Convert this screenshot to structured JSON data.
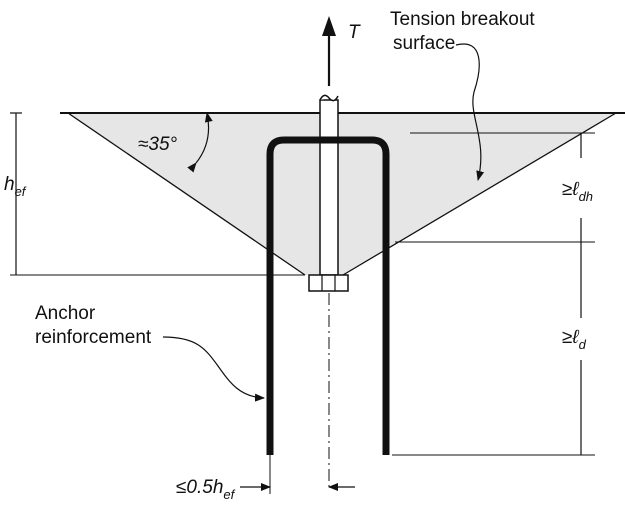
{
  "labels": {
    "tension_symbol": "T",
    "breakout_line1": "Tension breakout",
    "breakout_line2": "surface",
    "angle": "≈35°",
    "hef_main": "h",
    "hef_sub": "ef",
    "ldh_prefix": "≥ℓ",
    "ldh_sub": "dh",
    "ld_prefix": "≥ℓ",
    "ld_sub": "d",
    "reinf_line1": "Anchor",
    "reinf_line2": "reinforcement",
    "spacing_prefix": "≤0.5h",
    "spacing_sub": "ef"
  },
  "colors": {
    "breakout_fill": "#e6e6e6",
    "bar": "#111111",
    "line": "#111111"
  }
}
